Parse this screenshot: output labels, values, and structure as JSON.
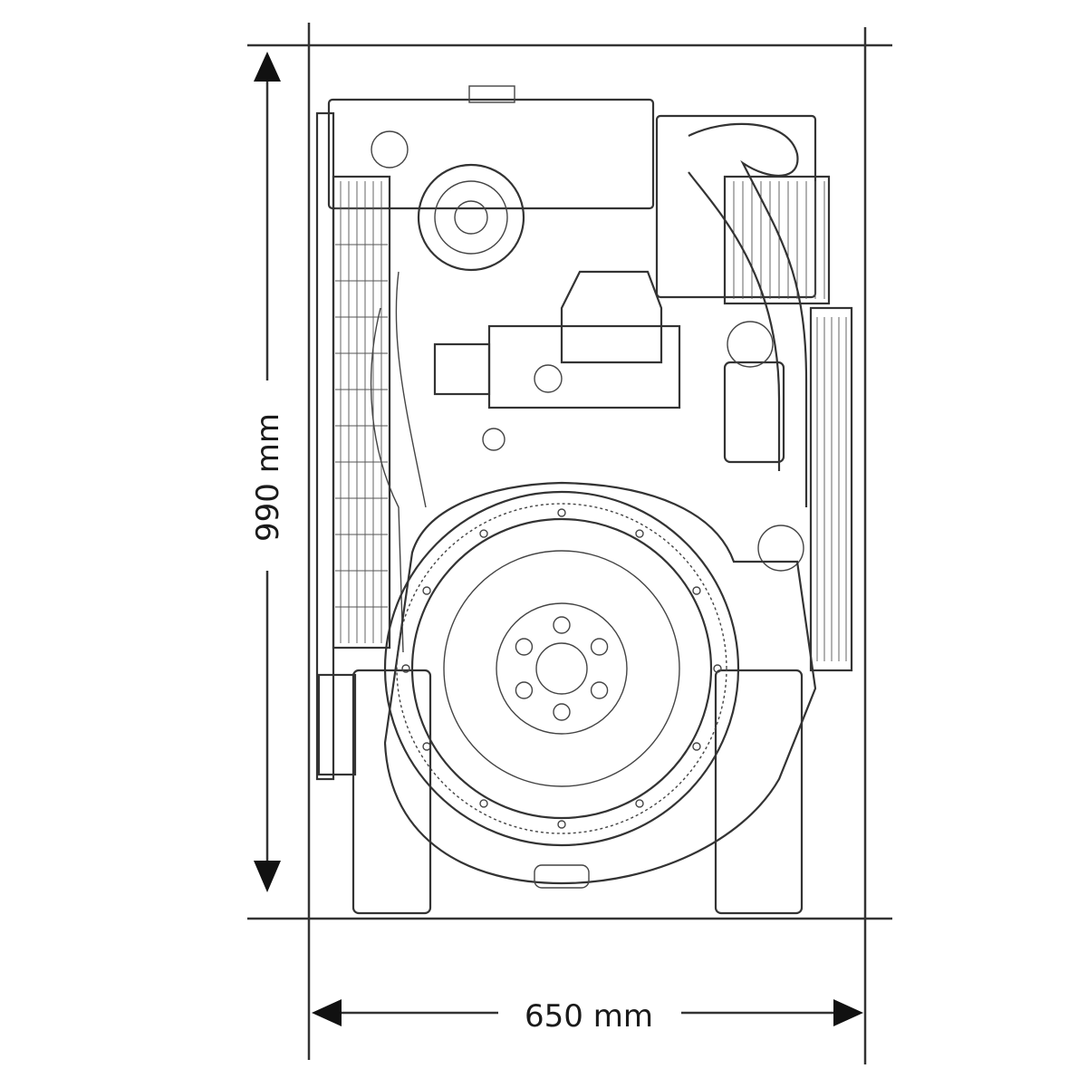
{
  "drawing": {
    "height_label": "990 mm",
    "width_label": "650 mm",
    "height_value_mm": 990,
    "width_value_mm": 650,
    "line_color": "#222222"
  }
}
